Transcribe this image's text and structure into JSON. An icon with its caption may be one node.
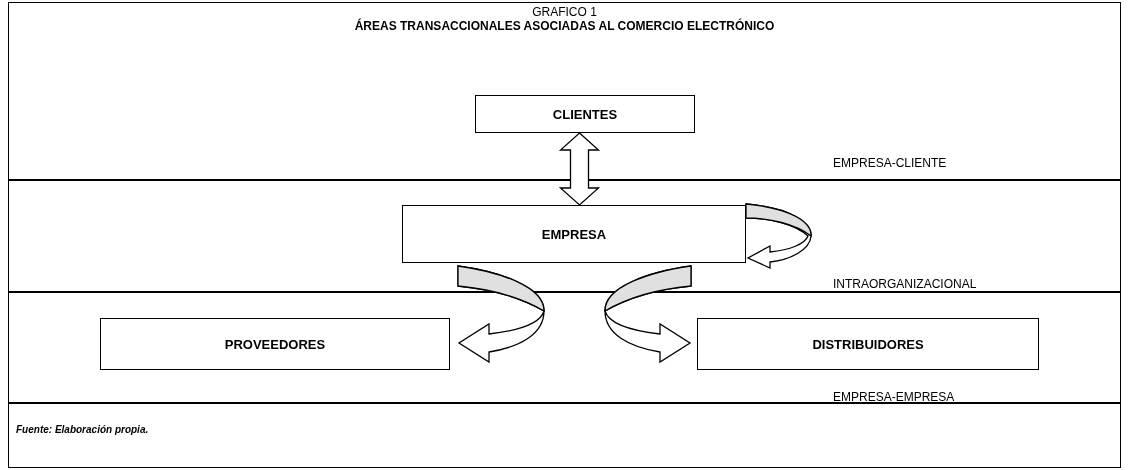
{
  "diagram": {
    "title": "ÁREAS TRANSACCIONALES ASOCIADAS AL COMERCIO ELECTRÓNICO",
    "caption": "Fuente: Elaboración propia.",
    "nodes": [
      {
        "text": [
          "CLIENTES"
        ]
      },
      {
        "text": [
          "EMPRESA"
        ]
      },
      {
        "text": [
          "PROVEEDORES"
        ]
      },
      {
        "text": [
          "DISTRIBUIDORES"
        ]
      }
    ],
    "edges": [
      {
        "from": 0,
        "to": 1,
        "arrow": "both"
      },
      {
        "from": 1,
        "to": 1,
        "arrow": "to"
      },
      {
        "from": 1,
        "to": 2,
        "arrow": "to"
      },
      {
        "from": 1,
        "to": 3,
        "arrow": "to"
      }
    ],
    "labels": [
      "GRAFICO 1",
      "EMPRESA-CLIENTE",
      "INTRAORGANIZACIONAL",
      "EMPRESA-EMPRESA"
    ]
  }
}
